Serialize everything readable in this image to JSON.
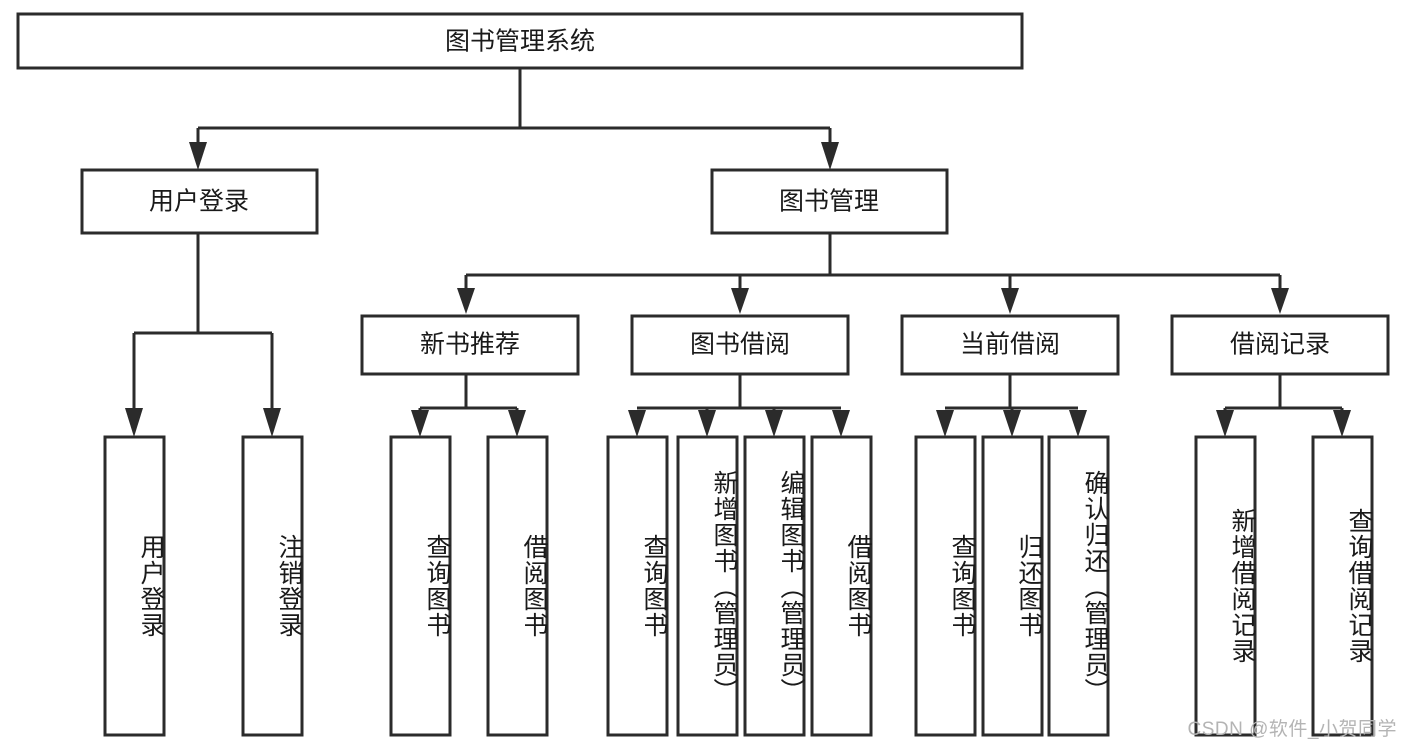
{
  "diagram": {
    "title": "图书管理系统",
    "type": "tree-hierarchy",
    "watermark": "CSDN @软件_小贺同学",
    "colors": {
      "stroke": "#2b2b2b",
      "fill": "#ffffff",
      "text": "#1a1a1a",
      "watermark": "#b4b4b4"
    },
    "root": {
      "id": "root",
      "label": "图书管理系统",
      "orientation": "horizontal"
    },
    "level2": [
      {
        "id": "user-login",
        "label": "用户登录",
        "orientation": "horizontal"
      },
      {
        "id": "book-management",
        "label": "图书管理",
        "orientation": "horizontal"
      }
    ],
    "level3": [
      {
        "id": "new-book-recommend",
        "label": "新书推荐",
        "orientation": "horizontal",
        "parent": "book-management"
      },
      {
        "id": "book-borrow",
        "label": "图书借阅",
        "orientation": "horizontal",
        "parent": "book-management"
      },
      {
        "id": "current-borrow",
        "label": "当前借阅",
        "orientation": "horizontal",
        "parent": "book-management"
      },
      {
        "id": "borrow-record",
        "label": "借阅记录",
        "orientation": "horizontal",
        "parent": "book-management"
      }
    ],
    "leaves": [
      {
        "id": "leaf-user-login",
        "label": "用户登录",
        "parent": "user-login",
        "orientation": "vertical"
      },
      {
        "id": "leaf-logout-login",
        "label": "注销登录",
        "parent": "user-login",
        "orientation": "vertical"
      },
      {
        "id": "leaf-query-book-1",
        "label": "查询图书",
        "parent": "new-book-recommend",
        "orientation": "vertical"
      },
      {
        "id": "leaf-borrow-book-1",
        "label": "借阅图书",
        "parent": "new-book-recommend",
        "orientation": "vertical"
      },
      {
        "id": "leaf-query-book-2",
        "label": "查询图书",
        "parent": "book-borrow",
        "orientation": "vertical"
      },
      {
        "id": "leaf-add-book",
        "label": "新增图书（管理员）",
        "parent": "book-borrow",
        "orientation": "vertical"
      },
      {
        "id": "leaf-edit-book",
        "label": "编辑图书（管理员）",
        "parent": "book-borrow",
        "orientation": "vertical"
      },
      {
        "id": "leaf-borrow-book-2",
        "label": "借阅图书",
        "parent": "book-borrow",
        "orientation": "vertical"
      },
      {
        "id": "leaf-query-book-3",
        "label": "查询图书",
        "parent": "current-borrow",
        "orientation": "vertical"
      },
      {
        "id": "leaf-return-book",
        "label": "归还图书",
        "parent": "current-borrow",
        "orientation": "vertical"
      },
      {
        "id": "leaf-confirm-return",
        "label": "确认归还（管理员）",
        "parent": "current-borrow",
        "orientation": "vertical"
      },
      {
        "id": "leaf-add-record",
        "label": "新增借阅记录",
        "parent": "borrow-record",
        "orientation": "vertical"
      },
      {
        "id": "leaf-query-record",
        "label": "查询借阅记录",
        "parent": "borrow-record",
        "orientation": "vertical"
      }
    ]
  }
}
